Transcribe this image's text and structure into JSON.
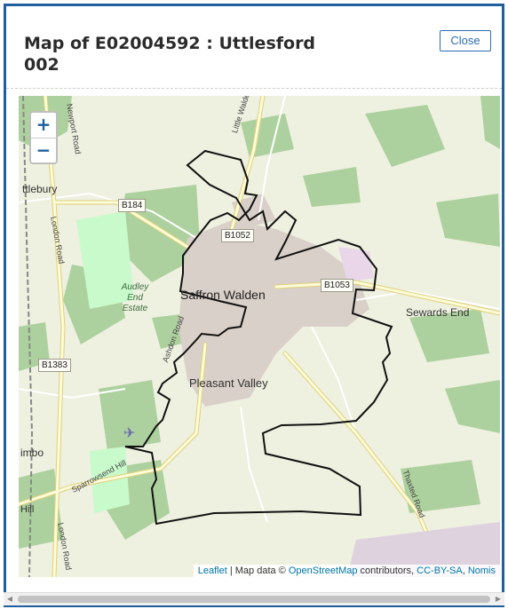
{
  "modal": {
    "title": "Map of E02004592 : Uttlesford 002",
    "close_label": "Close"
  },
  "map": {
    "zoom_in": "+",
    "zoom_out": "−",
    "places": {
      "saffron_walden": "Saffron Walden",
      "pleasant_valley": "Pleasant Valley",
      "sewards_end": "Sewards End",
      "littlebury": "ttlebury",
      "audley_end": "Audley End Estate",
      "wimbo": "imbo",
      "hill": "Hill"
    },
    "road_labels": {
      "b184": "B184",
      "b1052": "B1052",
      "b1053": "B1053",
      "b1383": "B1383"
    },
    "road_names": {
      "little_walden_road": "Little Walden Road",
      "london_road_north": "London Road",
      "london_road_south": "London Road",
      "sparrowsend_hill": "Sparrowsend Hill",
      "thaxted_road": "Thaxted Road",
      "newport_road": "Newport Road",
      "ashdon_road": "Ashdon Road"
    },
    "attribution": {
      "leaflet": "Leaflet",
      "sep1": " | Map data © ",
      "osm": "OpenStreetMap",
      "contrib": " contributors, ",
      "license": "CC-BY-SA",
      "sep2": ", ",
      "nomis": "Nomis"
    },
    "colors": {
      "boundary": "#111111",
      "forest": "#add19e",
      "park": "#c8facc",
      "urban": "#d6d2cc",
      "road_major": "#f7fabf",
      "road_minor": "#ffffff",
      "link": "#0078a8"
    }
  },
  "scrollbar": {
    "left_arrow": "◀",
    "right_arrow": "▶"
  }
}
